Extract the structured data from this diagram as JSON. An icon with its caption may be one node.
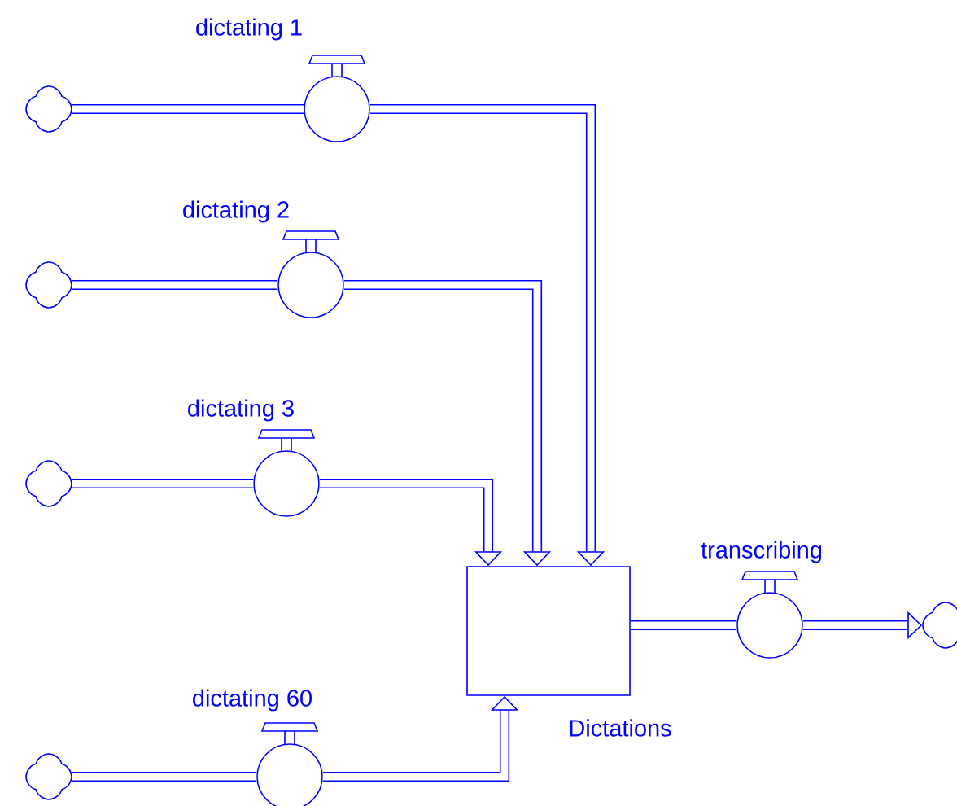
{
  "diagram": {
    "nodes": [
      {
        "text": [],
        "shape": "cloud"
      },
      {
        "text": [
          "dictating 1"
        ]
      },
      {
        "text": [],
        "shape": "cloud"
      },
      {
        "text": [
          "dictating 2"
        ]
      },
      {
        "text": [],
        "shape": "cloud"
      },
      {
        "text": [
          "dictating 3"
        ]
      },
      {
        "text": [],
        "shape": "cloud"
      },
      {
        "text": [
          "dictating 60"
        ]
      },
      {
        "text": [
          "Dictations"
        ]
      },
      {
        "text": [
          "transcribing"
        ]
      },
      {
        "text": [],
        "shape": "cloud"
      }
    ],
    "edges": [
      {
        "from": 0,
        "to": 1,
        "arrow": "none"
      },
      {
        "from": 1,
        "to": 8,
        "arrow": "to"
      },
      {
        "from": 2,
        "to": 3,
        "arrow": "none"
      },
      {
        "from": 3,
        "to": 8,
        "arrow": "to"
      },
      {
        "from": 4,
        "to": 5,
        "arrow": "none"
      },
      {
        "from": 5,
        "to": 8,
        "arrow": "to"
      },
      {
        "from": 6,
        "to": 7,
        "arrow": "none"
      },
      {
        "from": 7,
        "to": 8,
        "arrow": "to"
      },
      {
        "from": 8,
        "to": 9,
        "arrow": "none"
      },
      {
        "from": 9,
        "to": 10,
        "arrow": "to"
      }
    ]
  }
}
